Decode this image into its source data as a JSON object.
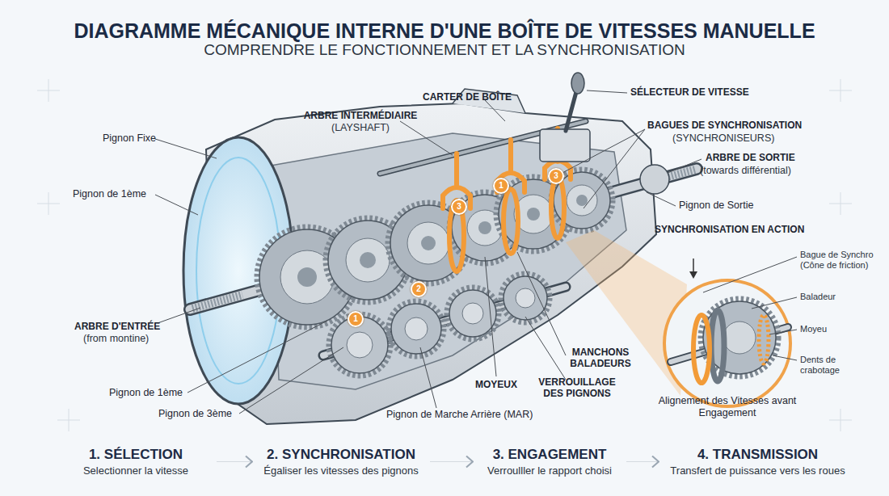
{
  "diagram": {
    "title": "DIAGRAMME MÉCANIQUE INTERNE D'UNE BOÎTE DE VITESSES MANUELLE",
    "nodes": [
      {
        "text": [
          "1. SÉLECTION",
          "Selectionner la vitesse"
        ]
      },
      {
        "text": [
          "2. SYNCHRONISATION",
          "Égaliser les vitesses des pignons"
        ]
      },
      {
        "text": [
          "3. ENGAGEMENT",
          "Verroulller le rapport choisi"
        ]
      },
      {
        "text": [
          "4. TRANSMISSION",
          "Transfert de puissance vers les roues"
        ]
      }
    ],
    "edges": [
      {
        "from": 0,
        "to": 1,
        "arrow": "to"
      },
      {
        "from": 1,
        "to": 2,
        "arrow": "to"
      },
      {
        "from": 2,
        "to": 3,
        "arrow": "to"
      }
    ],
    "labels": [
      "COMPRENDRE LE FONCTIONNEMENT ET LA SYNCHRONISATION",
      "CARTER DE BOÎTE",
      "SÉLECTEUR DE VITESSE",
      "ARBRE INTERMÉDIAIRE",
      "(LAYSHAFT)",
      "Pignon Fixe",
      "BAGUES DE SYNCHRONISATION",
      "(SYNCHRONISEURS)",
      "ARBRE DE SORTIE",
      "(towards différential)",
      "Pignon de 1ème",
      "Pignon de Sortie",
      "SYNCHRONISATION EN ACTION",
      "Bague de Synchro (Cône de friction)",
      "Baladeur",
      "Moyeu",
      "Dents de crabotage",
      "ARBRE D'ENTRÉE",
      "(from montine)",
      "MANCHONS BALADEURS",
      "MOYEUX",
      "VERROUILLAGE DES PIGNONS",
      "Pignon de 1ème",
      "Pignon de 3ème",
      "Pignon de Marche Arrière (MAR)",
      "Alignement des Vitesses avant Engagement",
      "1",
      "2",
      "3",
      "1",
      "3"
    ]
  }
}
